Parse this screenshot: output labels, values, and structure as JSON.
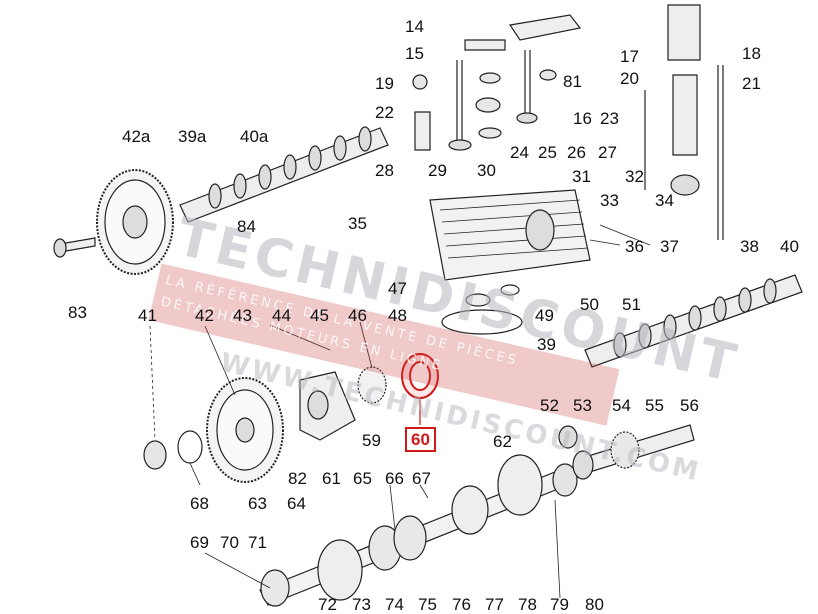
{
  "diagram": {
    "highlighted_part": "60",
    "accent_color": "#d01818",
    "labels": {
      "p42a": "42a",
      "p39a": "39a",
      "p40a": "40a",
      "p84": "84",
      "p35": "35",
      "p83": "83",
      "p14": "14",
      "p15": "15",
      "p19": "19",
      "p22": "22",
      "p28": "28",
      "p29": "29",
      "p30": "30",
      "p24": "24",
      "p25": "25",
      "p26": "26",
      "p27": "27",
      "p81": "81",
      "p16": "16",
      "p23": "23",
      "p17": "17",
      "p20": "20",
      "p18": "18",
      "p21": "21",
      "p31": "31",
      "p32": "32",
      "p33": "33",
      "p34": "34",
      "p36": "36",
      "p37": "37",
      "p38": "38",
      "p40": "40",
      "p47": "47",
      "p49": "49",
      "p50": "50",
      "p51": "51",
      "p39": "39",
      "p41": "41",
      "p42": "42",
      "p43": "43",
      "p44": "44",
      "p45": "45",
      "p46": "46",
      "p48": "48",
      "p52": "52",
      "p53": "53",
      "p54": "54",
      "p55": "55",
      "p56": "56",
      "p59": "59",
      "p62": "62",
      "p68": "68",
      "p82": "82",
      "p61": "61",
      "p65": "65",
      "p66": "66",
      "p67": "67",
      "p63": "63",
      "p64": "64",
      "p69": "69",
      "p70": "70",
      "p71": "71",
      "p72": "72",
      "p73": "73",
      "p74": "74",
      "p75": "75",
      "p76": "76",
      "p77": "77",
      "p78": "78",
      "p79": "79",
      "p80": "80",
      "p60": "60"
    },
    "watermark": {
      "title": "TECHNIDISCOUNT",
      "line1": "LA RÉFÉRENCE DE LA VENTE DE PIÈCES",
      "line2": "DÉTACHÉES MOTEURS EN LIGNE",
      "url": "WWW.TECHNIDISCOUNT.COM"
    }
  }
}
